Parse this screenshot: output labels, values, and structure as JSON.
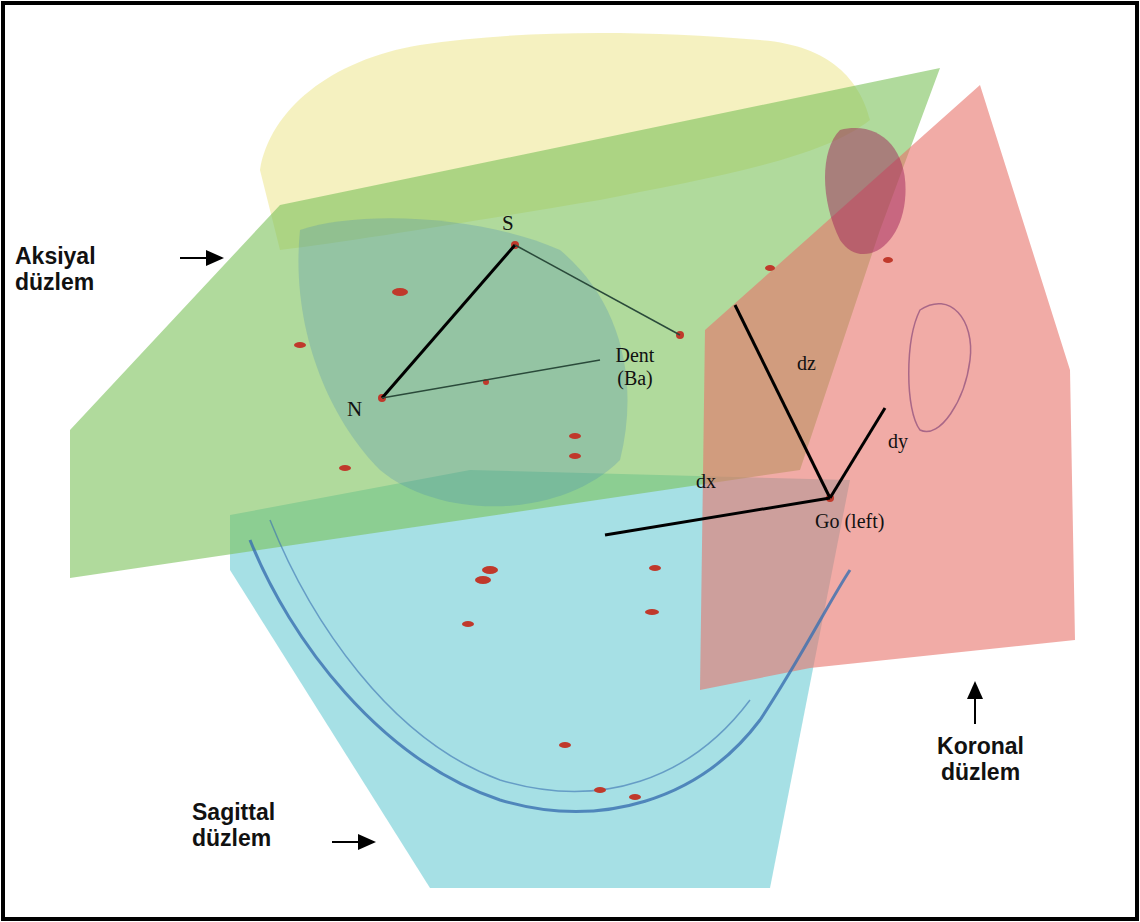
{
  "diagram": {
    "labels": [
      "Aksiyal düzlem",
      "S",
      "N",
      "Dent (Ba)",
      "dz",
      "dy",
      "dx",
      "Go (left)",
      "Sagittal düzlem",
      "Koronal düzlem"
    ]
  }
}
